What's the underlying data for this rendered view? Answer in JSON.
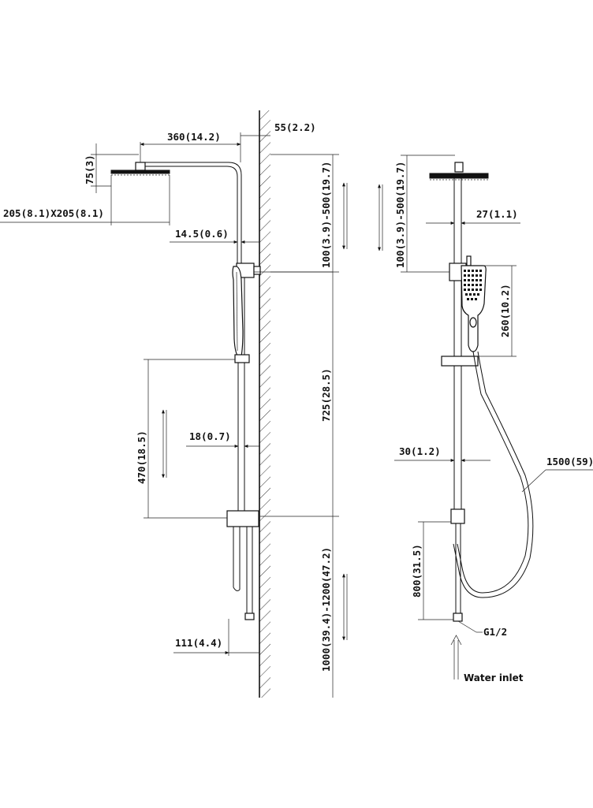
{
  "dimensions": {
    "wall_offset": "55(2.2)",
    "arm_length": "360(14.2)",
    "head_height": "75(3)",
    "head_size": "205(8.1)X205(8.1)",
    "arm_gap": "14.5(0.6)",
    "arm_adjust": "100(3.9)-500(19.7)",
    "bar_height": "725(28.5)",
    "slider_travel": "470(18.5)",
    "pipe_gap": "18(0.7)",
    "mount_height": "1000(39.4)-1200(47.2)",
    "bottom_offset": "111(4.4)",
    "side_arm_adjust": "100(3.9)-500(19.7)",
    "pipe_diameter": "27(1.1)",
    "handset_length": "260(10.2)",
    "lower_pipe_diameter": "30(1.2)",
    "hose_length": "1500(59)",
    "inlet_height": "800(31.5)",
    "thread": "G1/2"
  },
  "labels": {
    "water_inlet": "Water inlet"
  }
}
